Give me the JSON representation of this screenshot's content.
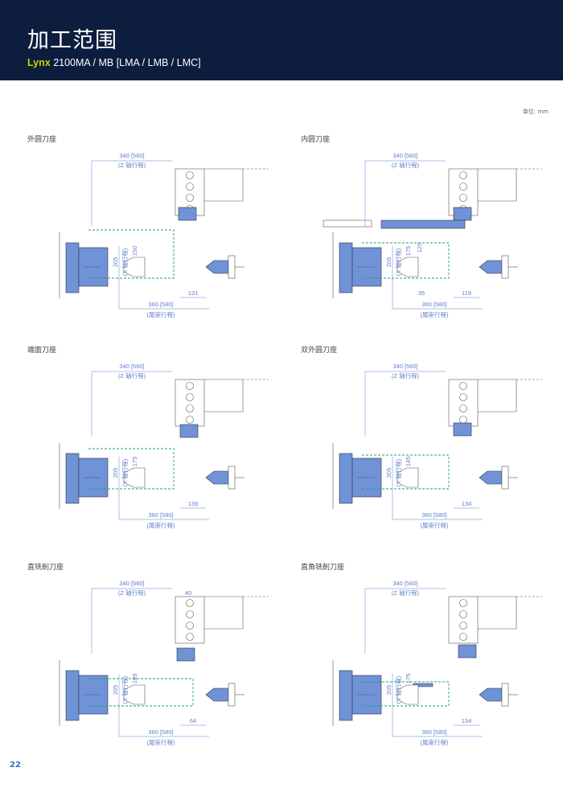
{
  "header": {
    "title": "加工范围",
    "brand": "Lynx",
    "model": "2100MA / MB [LMA / LMB / LMC]"
  },
  "unit_label": "单位: mm",
  "page_number": "22",
  "panels": [
    {
      "title": "外圆刀座",
      "z_travel": "340 [560]",
      "z_label": "(Z 轴行程)",
      "x_label": "(X 轴行程)",
      "v1": "205",
      "v2": "150",
      "v3": "",
      "tail_travel": "360 [580]",
      "tail_label": "(尾座行程)",
      "right_dim": "131",
      "small_dim": "",
      "top_dim": ""
    },
    {
      "title": "内圆刀座",
      "z_travel": "340 [560]",
      "z_label": "(Z 轴行程)",
      "x_label": "(X 轴行程)",
      "v1": "205",
      "v2": "175",
      "v3": "125",
      "tail_travel": "360 [580]",
      "tail_label": "(尾座行程)",
      "right_dim": "119",
      "small_dim": "35",
      "top_dim": ""
    },
    {
      "title": "端面刀座",
      "z_travel": "340 [560]",
      "z_label": "(Z 轴行程)",
      "x_label": "(X 轴行程)",
      "v1": "205",
      "v2": "175",
      "v3": "",
      "tail_travel": "360 [580]",
      "tail_label": "(尾座行程)",
      "right_dim": "139",
      "small_dim": "",
      "top_dim": ""
    },
    {
      "title": "双外圆刀座",
      "z_travel": "340 [560]",
      "z_label": "(Z 轴行程)",
      "x_label": "(X 轴行程)",
      "v1": "205",
      "v2": "145",
      "v3": "",
      "tail_travel": "360 [580]",
      "tail_label": "(尾座行程)",
      "right_dim": "134",
      "small_dim": "",
      "top_dim": ""
    },
    {
      "title": "直铣削刀座",
      "z_travel": "340 [560]",
      "z_label": "(Z 轴行程)",
      "x_label": "(X 轴行程)",
      "v1": "205",
      "v2": "189",
      "v3": "",
      "tail_travel": "360 [580]",
      "tail_label": "(尾座行程)",
      "right_dim": "64",
      "small_dim": "",
      "top_dim": "40"
    },
    {
      "title": "直角铣削刀座",
      "z_travel": "340 [560]",
      "z_label": "(Z 轴行程)",
      "x_label": "(X 轴行程)",
      "v1": "205",
      "v2": "175",
      "v3": "",
      "tail_travel": "360 [580]",
      "tail_label": "(尾座行程)",
      "right_dim": "134",
      "small_dim": "",
      "top_dim": ""
    }
  ],
  "colors": {
    "header_bg": "#0d1d3e",
    "brand": "#c8d400",
    "chuck": "#6f93d6",
    "dim": "#5f7fc9",
    "travel": "#1aa36c"
  }
}
